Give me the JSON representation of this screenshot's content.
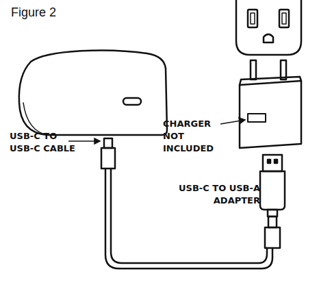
{
  "diagram": {
    "title": "Figure 2",
    "labels": [
      "USB-C TO USB-C CABLE",
      "CHARGER NOT INCLUDED",
      "USB-C TO USB-A ADAPTER"
    ]
  }
}
